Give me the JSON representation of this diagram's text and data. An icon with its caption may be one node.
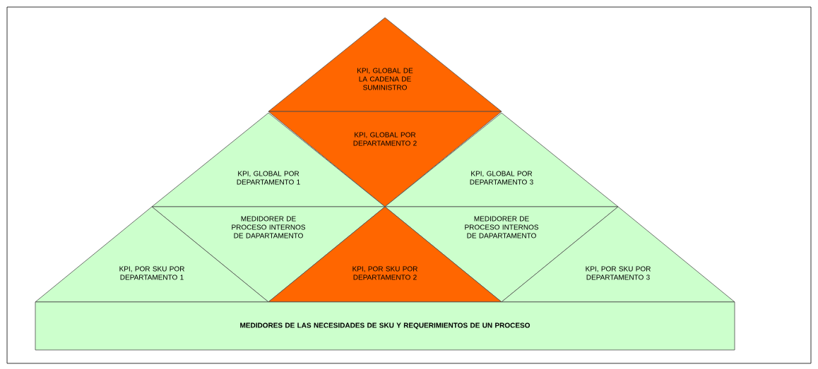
{
  "diagram": {
    "nodes": [
      {
        "text": [
          "KPI, GLOBAL DE LA CADENA DE SUMINISTRO"
        ]
      },
      {
        "text": [
          "KPI, GLOBAL POR DEPARTAMENTO 2"
        ]
      },
      {
        "text": [
          "KPI, GLOBAL POR DEPARTAMENTO 1"
        ]
      },
      {
        "text": [
          "KPI, GLOBAL POR DEPARTAMENTO 3"
        ]
      },
      {
        "text": [
          "MEDIDORER DE PROCESO INTERNOS DE DAPARTAMENTO"
        ]
      },
      {
        "text": [
          "MEDIDORER DE PROCESO INTERNOS DE DAPARTAMENTO"
        ]
      },
      {
        "text": [
          "KPI, POR SKU POR DEPARTAMENTO 1"
        ]
      },
      {
        "text": [
          "KPI, POR SKU POR DEPARTAMENTO 2"
        ]
      },
      {
        "text": [
          "KPI, POR SKU POR DEPARTAMENTO 3"
        ]
      },
      {
        "text": [
          "MEDIDORES DE LAS NECESIDADES DE SKU Y REQUERIMIENTOS DE UN PROCESO"
        ]
      }
    ]
  }
}
